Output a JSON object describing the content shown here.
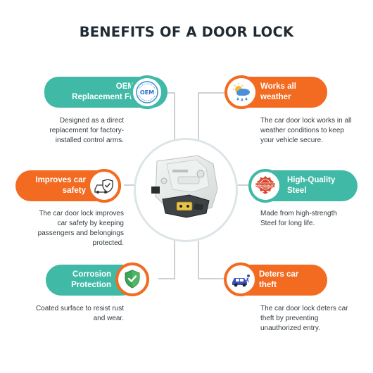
{
  "title": "BENEFITS OF A DOOR LOCK",
  "colors": {
    "teal": "#40b9a6",
    "orange": "#f26b21",
    "title": "#1f2a33",
    "text": "#333b40"
  },
  "benefits": [
    {
      "label_line1": "OEM",
      "label_line2": "Replacement Fit",
      "icon": "oem-badge-icon",
      "badge_text": "OEM",
      "desc_line1": "Designed as a direct",
      "desc_line2": "replacement for factory-",
      "desc_line3": "installed control arms."
    },
    {
      "label_line1": "Works all",
      "label_line2": "weather",
      "icon": "weather-icon",
      "desc_line1": "The car door lock works in all",
      "desc_line2": "weather conditions to keep",
      "desc_line3": "your vehicle secure."
    },
    {
      "label_line1": "Improves car",
      "label_line2": "safety",
      "icon": "car-shield-icon",
      "desc_line1": "The car door lock improves",
      "desc_line2": "car safety by keeping",
      "desc_line3": "passengers and belongings",
      "desc_line4": "protected."
    },
    {
      "label_line1": "High-Quality",
      "label_line2": "Steel",
      "icon": "quality-stamp-icon",
      "badge_text": "HIGH QUALITY",
      "desc_line1": "Made from high-strength",
      "desc_line2": "Steel for long life."
    },
    {
      "label_line1": "Corrosion",
      "label_line2": "Protection",
      "icon": "shield-check-icon",
      "desc_line1": "Coated surface to resist rust",
      "desc_line2": "and wear."
    },
    {
      "label_line1": "Deters car",
      "label_line2": "theft",
      "icon": "car-theft-icon",
      "desc_line1": "The car door lock deters car",
      "desc_line2": "theft by preventing",
      "desc_line3": "unauthorized entry."
    }
  ],
  "product_image": "door-lock-actuator"
}
